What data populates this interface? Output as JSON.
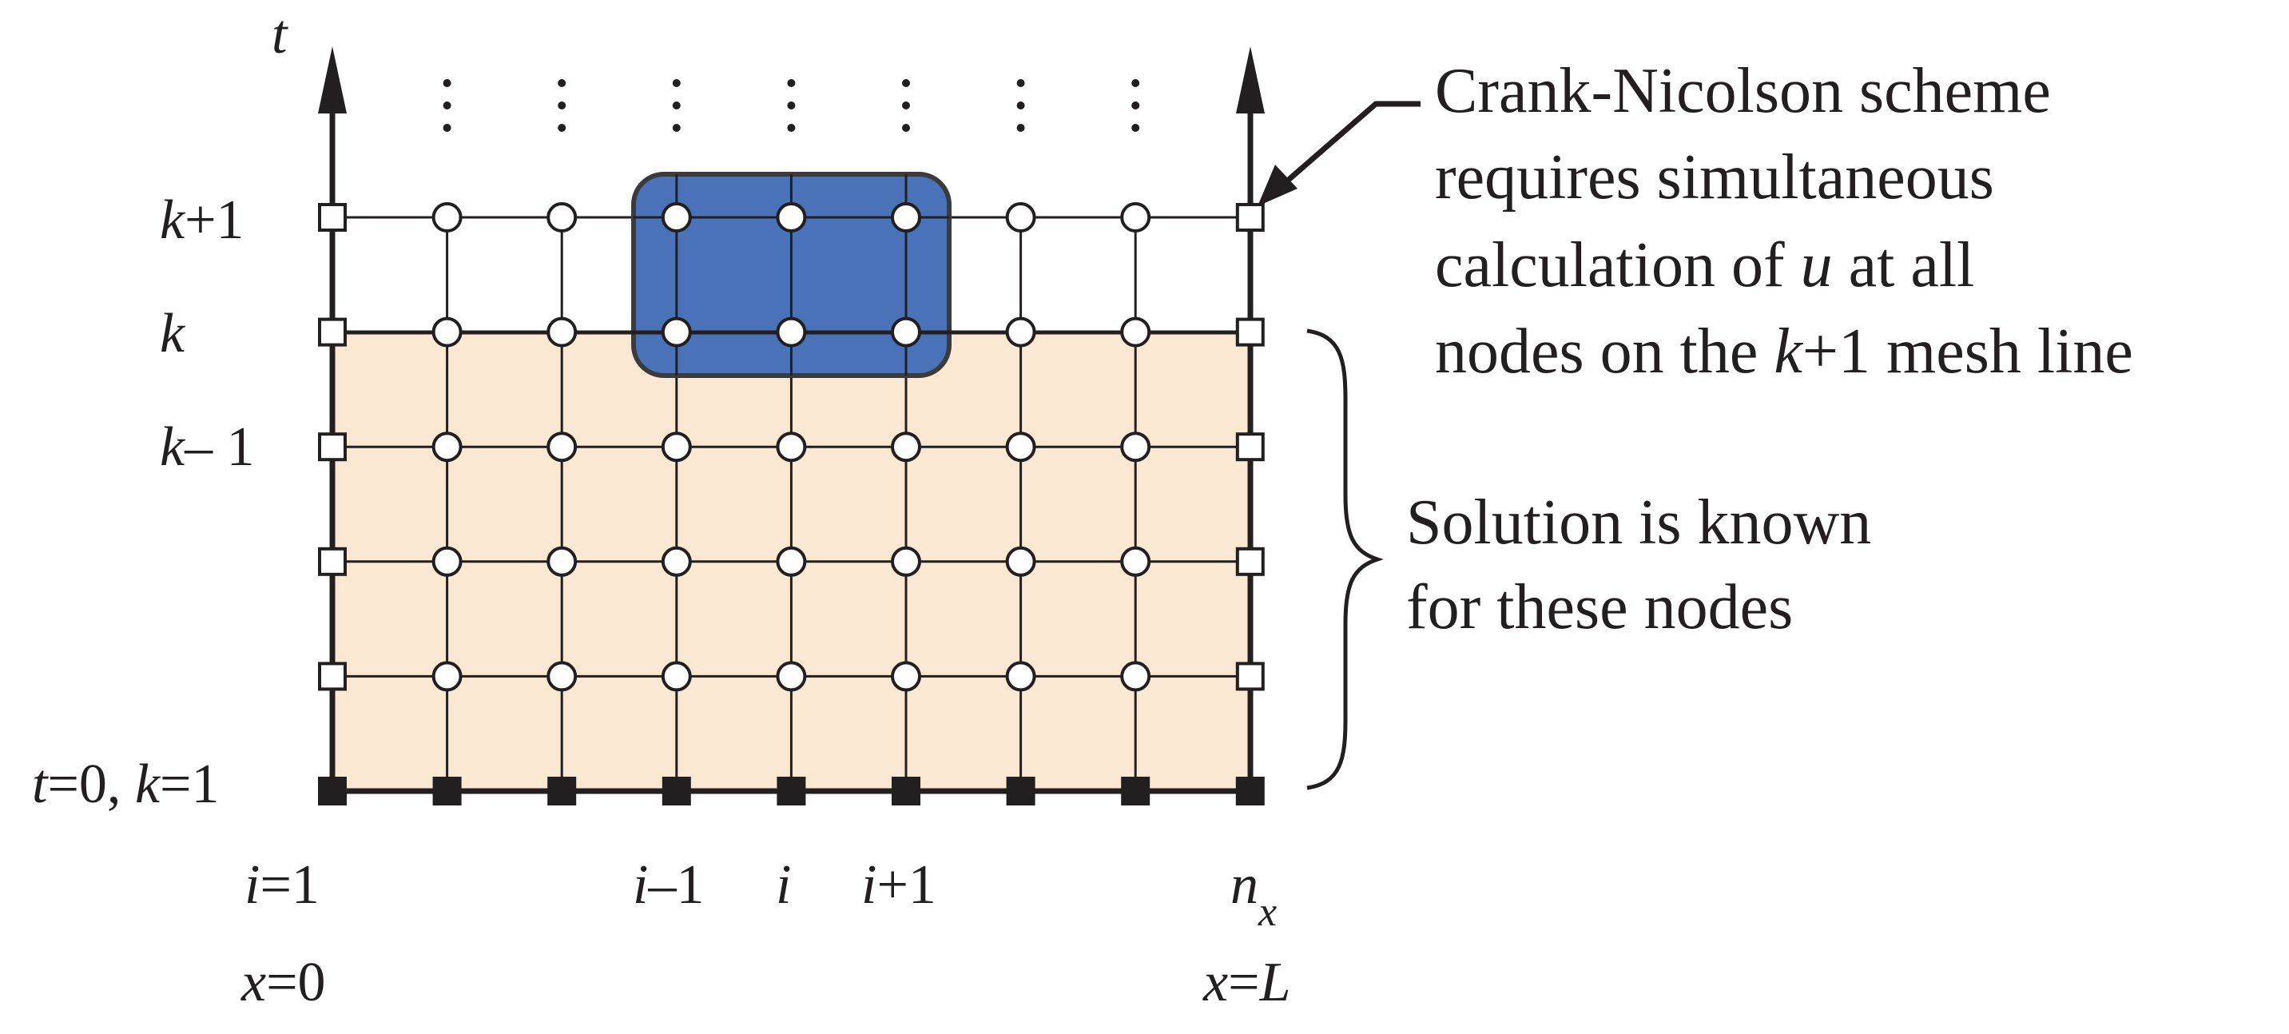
{
  "axis": {
    "t_label": "t"
  },
  "row_labels": {
    "k_plus_1": {
      "var": "k",
      "suffix": "+1"
    },
    "k": {
      "var": "k",
      "suffix": ""
    },
    "k_minus_1": {
      "var": "k",
      "suffix": "– 1"
    },
    "initial": {
      "t_var": "t",
      "t_eq": "=0, ",
      "k_var": "k",
      "k_eq": "=1"
    }
  },
  "column_labels": {
    "i_1": {
      "var": "i",
      "eq": "=1"
    },
    "i_minus_1": {
      "var": "i",
      "suffix": "–1"
    },
    "i": {
      "var": "i"
    },
    "i_plus_1": {
      "var": "i",
      "suffix": "+1"
    },
    "nx": {
      "var": "n",
      "sub": "x"
    },
    "x0": {
      "var": "x",
      "eq": "=0"
    },
    "xL": {
      "var": "x",
      "eq": "=",
      "val": "L"
    }
  },
  "annotations": {
    "crank_nicolson": {
      "line1": "Crank-Nicolson scheme",
      "line2": "requires simultaneous",
      "line3_pre": "calculation of ",
      "line3_var": "u",
      "line3_post": " at all",
      "line4_pre": "nodes on the ",
      "line4_var": "k",
      "line4_post": "+1 mesh line"
    },
    "known": {
      "line1": "Solution is known",
      "line2": "for these nodes"
    }
  },
  "colors": {
    "known_region": "#fae8d2",
    "stencil": "#4a72b8",
    "stencil_border": "#3b3b3b",
    "ink": "#231f20"
  },
  "grid": {
    "columns": 9,
    "rows": 6,
    "known_rows": 5
  }
}
